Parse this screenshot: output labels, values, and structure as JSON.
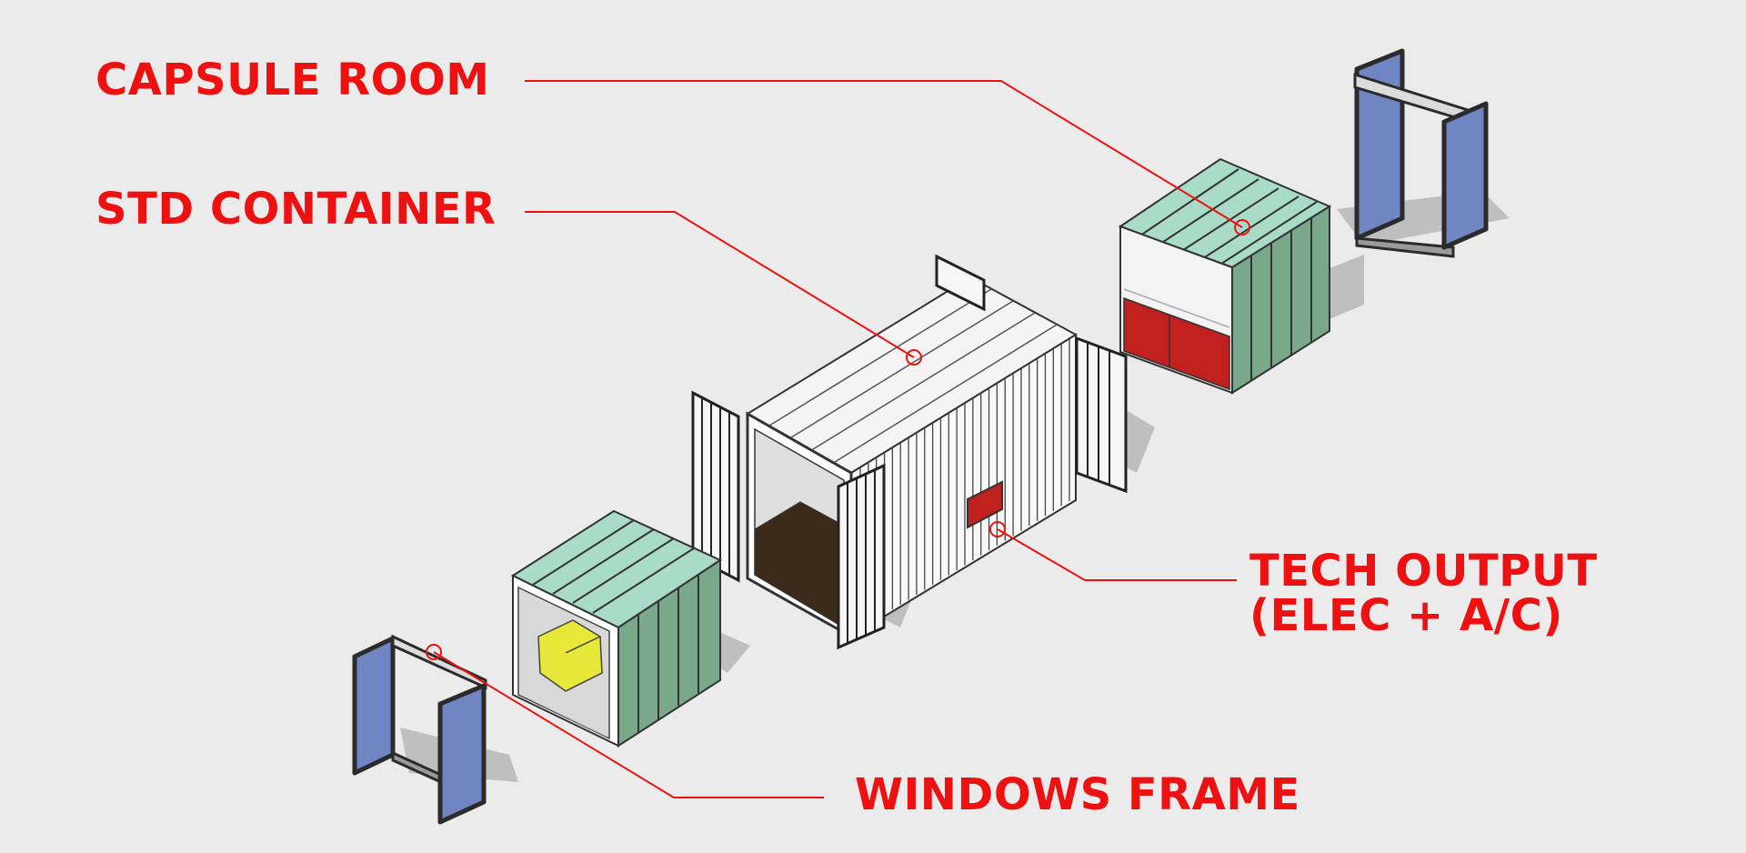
{
  "labels": {
    "capsule_room": "CAPSULE ROOM",
    "std_container": "STD CONTAINER",
    "tech_output_line1": "TECH OUTPUT",
    "tech_output_line2": "(ELEC + A/C)",
    "windows_frame": "WINDOWS FRAME"
  },
  "colors": {
    "background": "#ebebeb",
    "label_red": "#ee1111",
    "capsule_green": "#7aa88a",
    "capsule_top": "#a9dcc8",
    "window_blue": "#6f86c2",
    "tech_panel_red": "#c0201e",
    "container_white": "#f4f4f4",
    "outline_dark": "#333333"
  },
  "components": [
    "capsule-room",
    "std-container",
    "tech-output",
    "windows-frame"
  ]
}
